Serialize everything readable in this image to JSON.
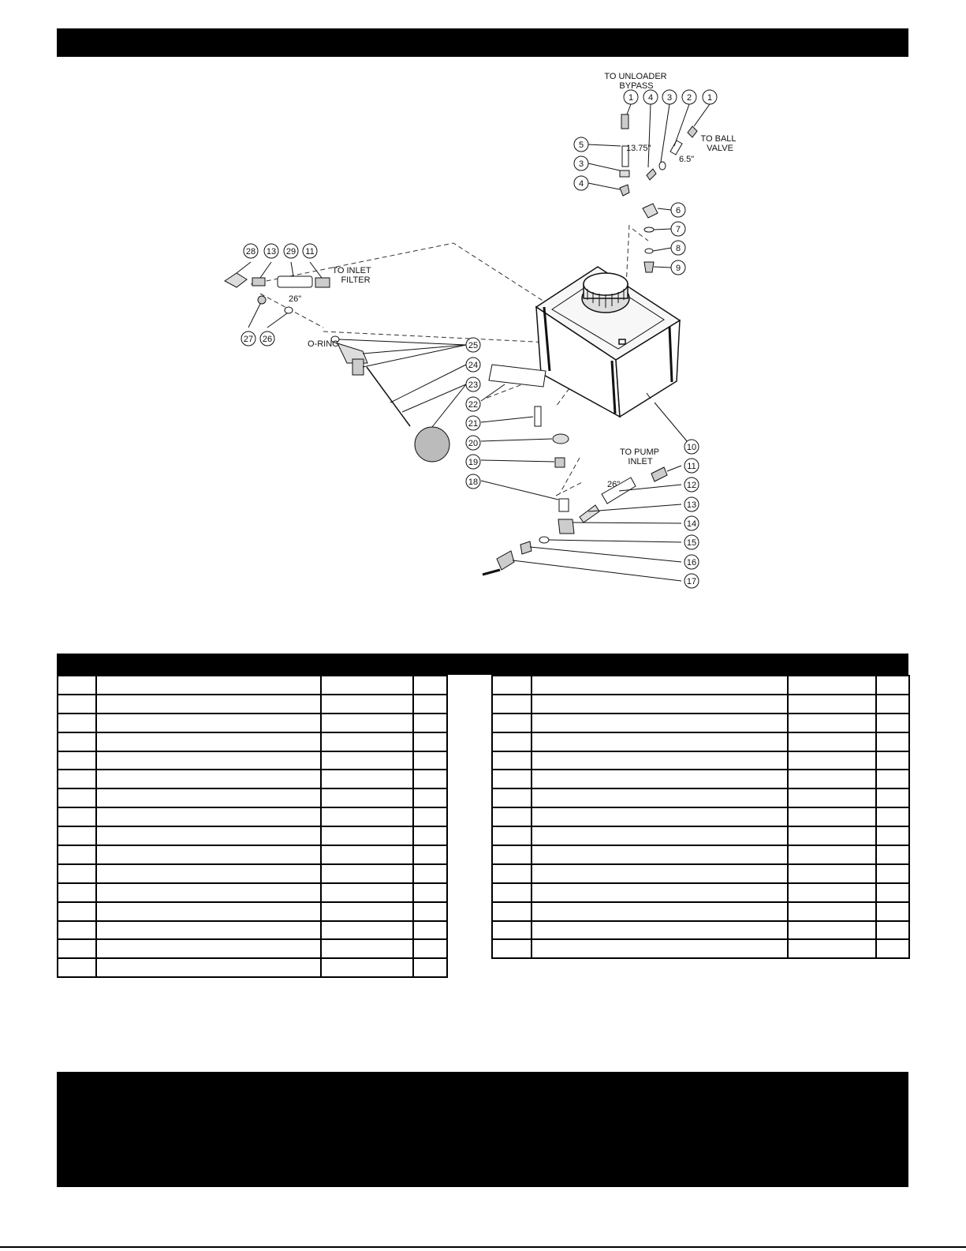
{
  "diagram": {
    "callouts": {
      "c1a": "1",
      "c4a": "4",
      "c3a": "3",
      "c2": "2",
      "c1b": "1",
      "c5": "5",
      "c3b": "3",
      "c4b": "4",
      "c6": "6",
      "c7": "7",
      "c8": "8",
      "c9": "9",
      "c28": "28",
      "c13a": "13",
      "c29": "29",
      "c11a": "11",
      "c27": "27",
      "c26": "26",
      "c25": "25",
      "c24": "24",
      "c23": "23",
      "c22": "22",
      "c21": "21",
      "c20": "20",
      "c19": "19",
      "c18": "18",
      "c10": "10",
      "c11b": "11",
      "c12": "12",
      "c13b": "13",
      "c14": "14",
      "c15": "15",
      "c16": "16",
      "c17": "17"
    },
    "labels": {
      "unloader_1": "TO UNLOADER",
      "unloader_2": "BYPASS",
      "ball_valve_1": "TO BALL",
      "ball_valve_2": "VALVE",
      "inlet_filter_1": "TO INLET",
      "inlet_filter_2": "FILTER",
      "pump_inlet_1": "TO PUMP",
      "pump_inlet_2": "INLET",
      "o_ring": "O-RING",
      "len_13_75": "13.75\"",
      "len_6_5": "6.5\"",
      "len_26_top": "26\"",
      "len_26_bottom": "26\""
    }
  },
  "table": {
    "left_rows": 16,
    "right_rows": 15,
    "columns": 4
  }
}
